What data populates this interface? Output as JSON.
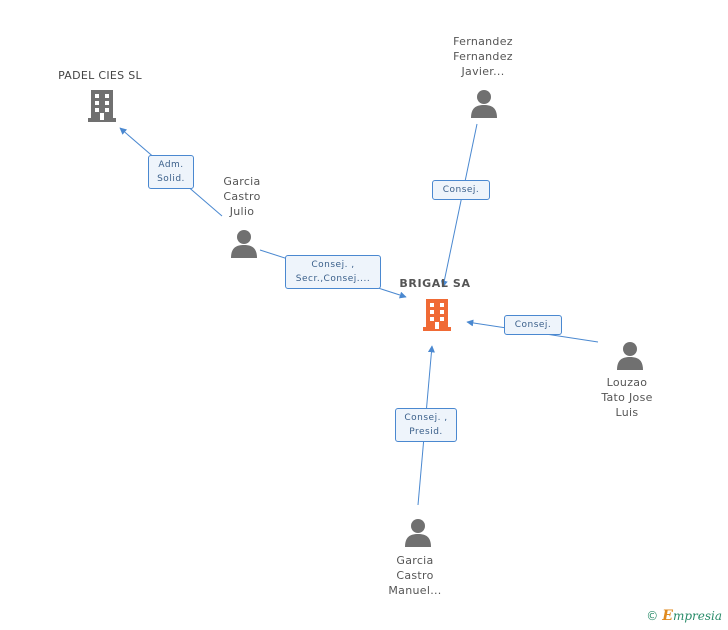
{
  "nodes": {
    "padel": {
      "label": "PADEL CIES SL"
    },
    "brigal": {
      "label": "BRIGAL SA"
    },
    "fernandez": {
      "label": "Fernandez\nFernandez\nJavier..."
    },
    "garcia_julio": {
      "label": "Garcia\nCastro\nJulio"
    },
    "louzao": {
      "label": "Louzao\nTato Jose\nLuis"
    },
    "garcia_manuel": {
      "label": "Garcia\nCastro\nManuel..."
    }
  },
  "edges": {
    "adm_solid": "Adm.\nSolid.",
    "consej_fernandez": "Consej.",
    "consej_secr": "Consej. ,\nSecr.,Consej....",
    "consej_louzao": "Consej.",
    "consej_presid": "Consej. ,\nPresid."
  },
  "colors": {
    "edge": "#4a88d0",
    "person_icon": "#707070",
    "company_icon": "#707070",
    "main_company_icon": "#f06a35"
  },
  "footer": {
    "copyright_symbol": "©",
    "brand_initial": "E",
    "brand_rest": "mpresia"
  }
}
